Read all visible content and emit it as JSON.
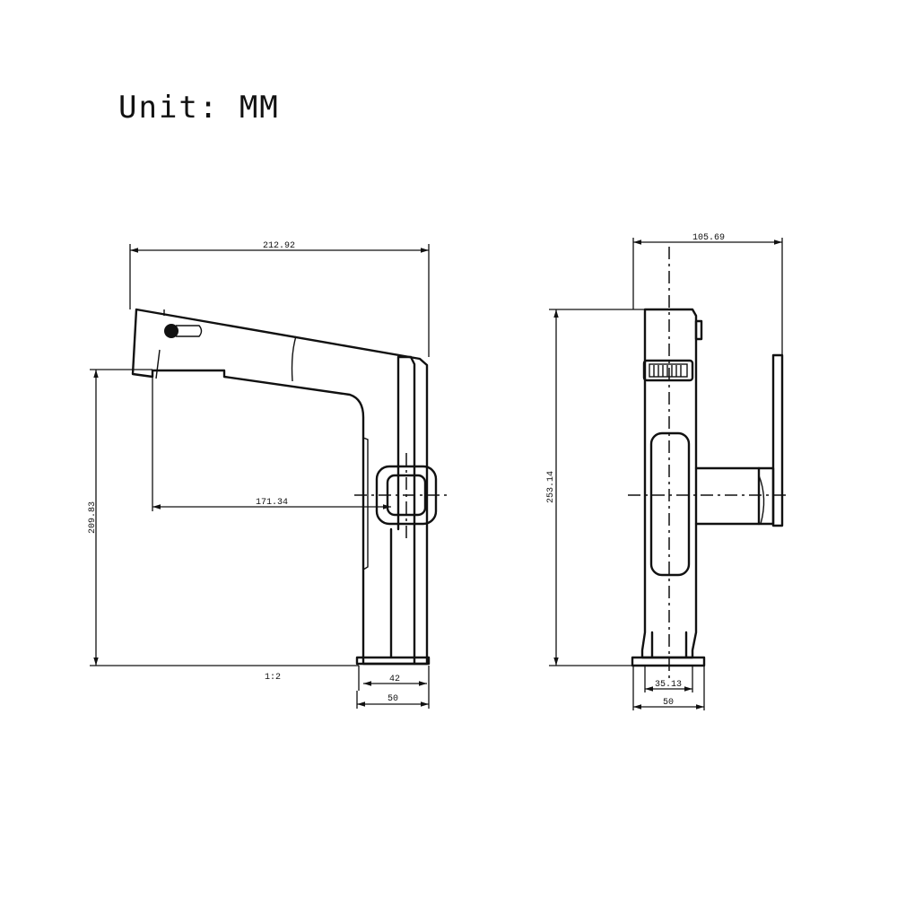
{
  "title": "Unit: MM",
  "side_view": {
    "overall_width": "212.92",
    "spout_height": "209.83",
    "spout_reach": "171.34",
    "scale": "1:2",
    "body_width": "42",
    "base_width": "50"
  },
  "front_view": {
    "overall_depth": "105.69",
    "overall_height": "253.14",
    "body_width": "35.13",
    "base_width": "50"
  }
}
